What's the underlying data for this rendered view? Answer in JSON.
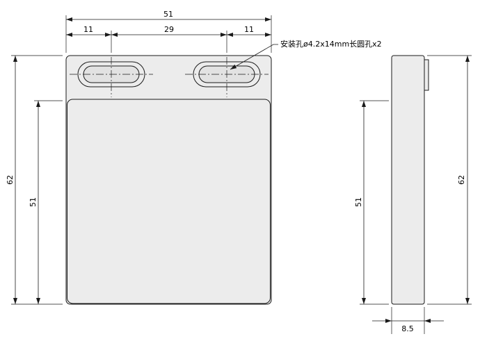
{
  "drawing": {
    "background": "#ffffff",
    "line_color": "#1a1a1a",
    "part_fill": "#ececec",
    "annotation": {
      "mounting_hole_note": "安装孔ø4.2x14mm长圆孔x2"
    },
    "front_view": {
      "dims": {
        "total_width": "51",
        "left_hole_offset": "11",
        "hole_center_distance": "29",
        "right_hole_offset": "11",
        "total_height": "62",
        "body_height": "51"
      }
    },
    "side_view": {
      "dims": {
        "body_height": "51",
        "total_height": "62",
        "thickness": "8.5"
      }
    }
  }
}
